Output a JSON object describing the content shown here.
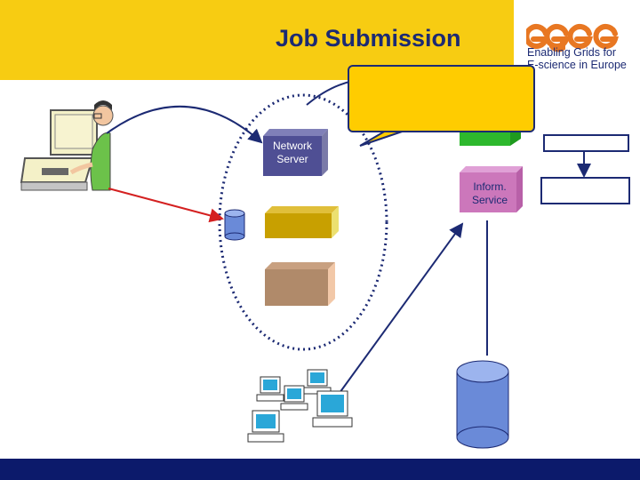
{
  "header": {
    "title": "Job Submission"
  },
  "logo": {
    "wordmark": "egee",
    "tagline_line1": "Enabling Grids for",
    "tagline_line2": "E-science in Europe"
  },
  "nodes": {
    "network_server_line1": "Network",
    "network_server_line2": "Server",
    "inform_service_line1": "Inform.",
    "inform_service_line2": "Service"
  },
  "colors": {
    "header": "#f7cc12",
    "footer": "#0c1a6b",
    "callout": "#ffcc00",
    "network_server": "#4f4f94",
    "workload_box": "#c8a000",
    "job_box": "#b08a6a",
    "inform_service": "#cc77bb",
    "green_box": "#2db82d",
    "database": "#6a8ad8",
    "arrow_red": "#d42020",
    "arrow_blue": "#1c2a73"
  },
  "icons": [
    "user-at-computer-icon",
    "database-icon",
    "computing-element-icon",
    "storage-database-icon"
  ]
}
